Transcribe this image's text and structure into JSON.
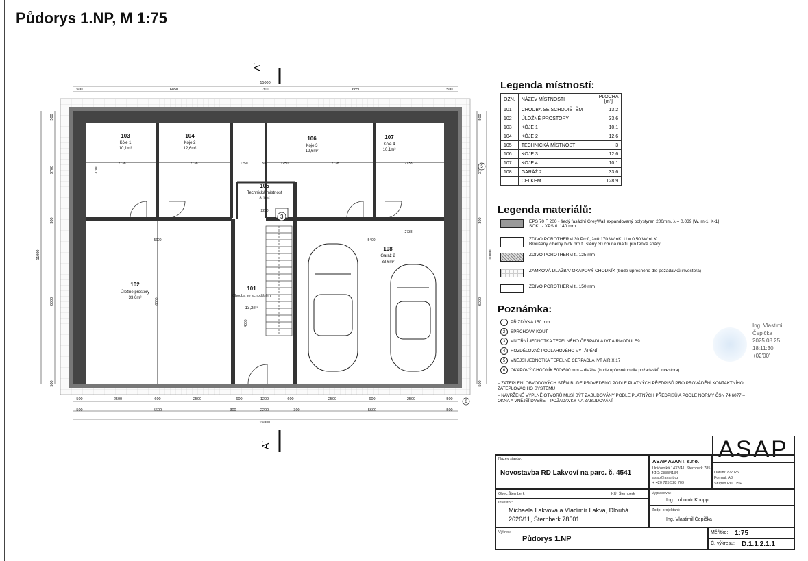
{
  "page_title": "Půdorys 1.NP, M 1:75",
  "section_mark": "A´",
  "dims_top": {
    "total": "15000",
    "segments": [
      "500",
      "6850",
      "300",
      "6850",
      "500"
    ]
  },
  "dims_bottom_row1": [
    "500",
    "2500",
    "600",
    "2500",
    "600",
    "1200",
    "600",
    "2500",
    "600",
    "2500",
    "500"
  ],
  "dims_bottom_row2": [
    "500",
    "5600",
    "300",
    "2200",
    "300",
    "5600",
    "500"
  ],
  "dims_bottom_total": "15000",
  "dims_left": {
    "total": "11000",
    "parts": [
      "500",
      "3700",
      "300",
      "6000",
      "500"
    ]
  },
  "rooms": [
    {
      "num": "103",
      "name": "Kóje 1",
      "area": "10,1m²"
    },
    {
      "num": "104",
      "name": "Kóje 2",
      "area": "12,6m²"
    },
    {
      "num": "106",
      "name": "Kóje 3",
      "area": "12,6m²"
    },
    {
      "num": "107",
      "name": "Kóje 4",
      "area": "10,1m²"
    },
    {
      "num": "105",
      "name": "Technická místnost",
      "area": "8,1m²"
    },
    {
      "num": "102",
      "name": "Úložné prostory",
      "area": "33,6m²"
    },
    {
      "num": "101",
      "name": "Chodba se schodištěm",
      "area": "13,2m²"
    },
    {
      "num": "108",
      "name": "Garáž 2",
      "area": "33,6m²"
    }
  ],
  "inner_dims": [
    "2738",
    "2738",
    "1250",
    "300",
    "1250",
    "2738",
    "2738",
    "2200",
    "5600",
    "5400",
    "2738",
    "3700",
    "6000",
    "4000"
  ],
  "legend_rooms": {
    "title": "Legenda místností:",
    "headers": [
      "OZN.",
      "NÁZEV MÍSTNOSTI",
      "PLOCHA [m²]"
    ],
    "rows": [
      [
        "101",
        "CHODBA SE SCHODIŠTĚM",
        "13,2"
      ],
      [
        "102",
        "ÚLOŽNÉ PROSTORY",
        "33,6"
      ],
      [
        "103",
        "KÓJE 1",
        "10,1"
      ],
      [
        "104",
        "KÓJE 2",
        "12,6"
      ],
      [
        "105",
        "TECHNICKÁ MÍSTNOST",
        "3"
      ],
      [
        "106",
        "KÓJE 3",
        "12,6"
      ],
      [
        "107",
        "KÓJE 4",
        "10,1"
      ],
      [
        "108",
        "GARÁŽ 2",
        "33,6"
      ],
      [
        "",
        "CELKEM",
        "128,9"
      ]
    ]
  },
  "legend_materials": {
    "title": "Legenda materiálů:",
    "items": [
      {
        "text": "EPS 70 F 200 - šedý fasádní GreyWall expandovaný polystyren 200mm, λ = 0,039 [W. m-1. K-1]",
        "text2": "SOKL - XPS tl. 140 mm"
      },
      {
        "text": "ZDIVO POROTHERM 30 Profi, λ=0,170 W/mK, U = 0,50 W/m² K",
        "text2": "Broušený cihelný blok pro tl. stěny 30 cm na maltu pro tenké spáry"
      },
      {
        "text": "ZDIVO POROTHERM tl. 125 mm",
        "text2": ""
      },
      {
        "text": "ZAMKOVÁ DLAŽBA/ OKAPOVÝ CHODNÍK (bude upřesněno dle požadavků investora)",
        "text2": ""
      },
      {
        "text": "ZDIVO POROTHERM tl. 150 mm",
        "text2": ""
      }
    ]
  },
  "notes": {
    "title": "Poznámka:",
    "items": [
      {
        "n": "1",
        "text": "PŘIZDÍVKA 150 mm"
      },
      {
        "n": "2",
        "text": "SPRCHOVÝ KOUT"
      },
      {
        "n": "3",
        "text": "VNITŘNÍ JEDNOTKA TEPELNÉHO ČERPADLA IVT AIRMODULE9"
      },
      {
        "n": "4",
        "text": "ROZDĚLOVAČ PODLAHOVÉHO VYTÁPĚNÍ"
      },
      {
        "n": "5",
        "text": "VNĚJŠÍ JEDNOTKA TEPELNÉ ČERPADLA IVT AIR X 17"
      },
      {
        "n": "6",
        "text": "OKAPOVÝ CHODNÍK 500x500 mm – dlažba (bude upřesněno dle požadavků investora)"
      }
    ],
    "remarks": [
      "– ZATEPLENÍ OBVODOVÝCH STĚN BUDE PROVEDENO PODLE PLATNÝCH PŘEDPISŮ PRO PROVÁDĚNÍ KONTAKTNÍHO ZATEPLOVACÍHO SYSTÉMU",
      "– NAVRŽENÉ VÝPLNĚ OTVORŮ MUSÍ BÝT ZABUDOVÁNY PODLE PLATNÝCH PŘEDPISŮ A PODLE NORMY ČSN 74 6077 – OKNA A VNĚJŠÍ DVEŘE – POŽADAVKY NA ZABUDOVÁNÍ"
    ]
  },
  "signature": [
    "Ing. Vlastimil",
    "Čepička",
    "2025.08.25",
    "18:11:30",
    "+02'00'"
  ],
  "title_block": {
    "logo": "ASAP",
    "stavba_label": "Název stavby:",
    "stavba": "Novostavba RD Lakvoví na parc. č. 4541",
    "company": "ASAP AVANT, s.r.o.",
    "company_lines": [
      "Uničovská 1432/41, Šternberk 785 01",
      "IČO: 28884134",
      "asap@avant.cz",
      "+ 420 725 528 709"
    ],
    "datum": "Datum: 8/2025",
    "format": "Formát: A3",
    "stupen": "Stupeň PD: DSP",
    "obec": "Obec:Šternberk",
    "ku": "KÚ: Šternberk",
    "vypracoval_label": "Vypracoval:",
    "vypracoval": "Ing. Lubomír Knopp",
    "investor_label": "Investor:",
    "investor": "Michaela Lakvová a Vladimír Lakva, Dlouhá 2626/11, Šternberk 78501",
    "projektant_label": "Zodp. projektant:",
    "projektant": "Ing. Vlastimil Čepička",
    "vykres_label": "Výkres:",
    "vykres": "Půdorys 1.NP",
    "meritko_label": "Měřítko:",
    "meritko": "1:75",
    "cislo_label": "Č. výkresu:",
    "cislo": "D.1.1.2.1.1"
  }
}
